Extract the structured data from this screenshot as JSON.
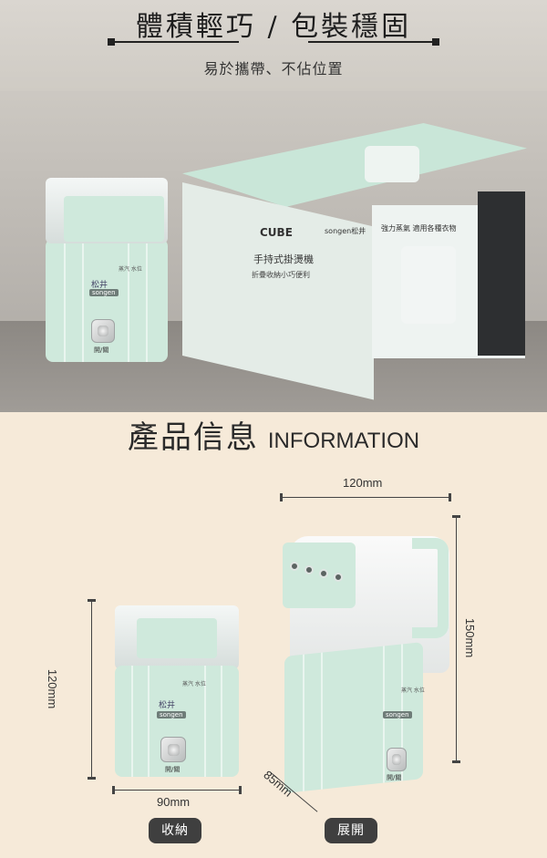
{
  "header": {
    "title": "體積輕巧 / 包裝穩固",
    "subtitle": "易於攜帶、不佔位置"
  },
  "photo": {
    "device_labels": {
      "brand_zh": "松井",
      "brand_en": "songen",
      "switch": "開/關",
      "side_note": "蒸汽 水位"
    },
    "box_labels": {
      "product": "CUBE",
      "product_zh": "手持式掛燙機",
      "subtitle": "折疊收納小巧便利",
      "brand": "songen松井",
      "tagline": "強力蒸氣 適用各種衣物"
    }
  },
  "info": {
    "title_zh": "產品信息",
    "title_en": "INFORMATION"
  },
  "dimensions": {
    "folded_height": "120mm",
    "folded_width": "90mm",
    "expanded_width": "120mm",
    "expanded_height": "150mm",
    "depth": "85mm"
  },
  "labels": {
    "folded": "收納",
    "expanded": "展開"
  },
  "colors": {
    "device_mint": "#cfe9dc",
    "background": "#f6ead9",
    "pill": "#3f3f3f"
  }
}
